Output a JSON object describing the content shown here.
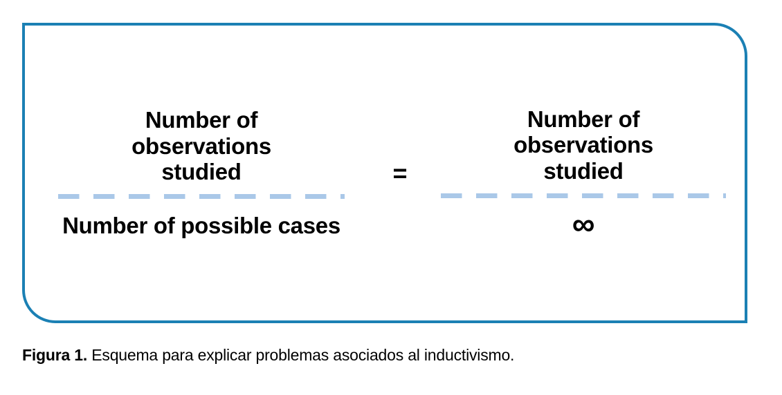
{
  "figure": {
    "frame": {
      "border_color": "#1b80b4",
      "background_color": "#ffffff"
    },
    "equation": {
      "operator": "=",
      "left_fraction": {
        "numerator": "Number of observations studied",
        "denominator": "Number of possible cases",
        "bar_color": "#aac8e8"
      },
      "right_fraction": {
        "numerator": "Number of observations studied",
        "denominator": "∞",
        "bar_color": "#aac8e8"
      }
    },
    "caption": {
      "label": "Figura 1.",
      "text": " Esquema para explicar problemas asociados al inductivismo."
    }
  }
}
